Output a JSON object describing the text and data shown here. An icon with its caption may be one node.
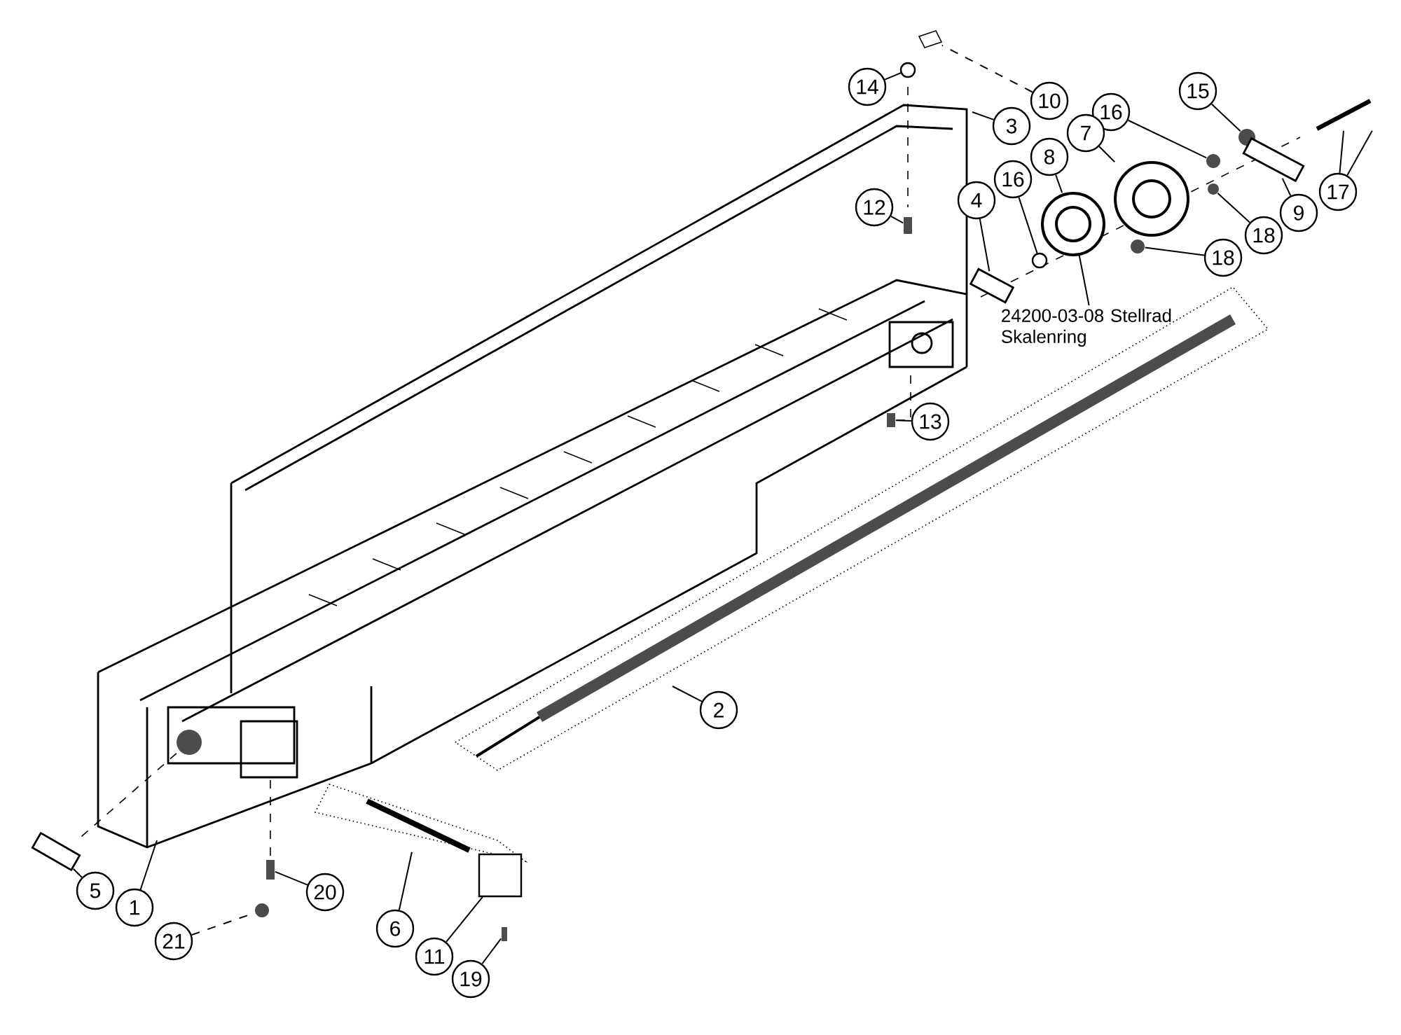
{
  "diagram": {
    "nodes": [
      {
        "text": [
          "14"
        ]
      },
      {
        "text": [
          "10"
        ]
      },
      {
        "text": [
          "3"
        ]
      },
      {
        "text": [
          "15"
        ]
      },
      {
        "text": [
          "16"
        ]
      },
      {
        "text": [
          "7"
        ]
      },
      {
        "text": [
          "8"
        ]
      },
      {
        "text": [
          "16"
        ]
      },
      {
        "text": [
          "4"
        ]
      },
      {
        "text": [
          "12"
        ]
      },
      {
        "text": [
          "17"
        ]
      },
      {
        "text": [
          "9"
        ]
      },
      {
        "text": [
          "18"
        ]
      },
      {
        "text": [
          "18"
        ]
      },
      {
        "text": [
          "24200-03-08 Stellrad Skalenring"
        ]
      },
      {
        "text": [
          "13"
        ]
      },
      {
        "text": [
          "2"
        ]
      },
      {
        "text": [
          "5"
        ]
      },
      {
        "text": [
          "1"
        ]
      },
      {
        "text": [
          "20"
        ]
      },
      {
        "text": [
          "21"
        ]
      },
      {
        "text": [
          "6"
        ]
      },
      {
        "text": [
          "11"
        ]
      },
      {
        "text": [
          "19"
        ]
      },
      {
        "text": [],
        "shape": "circle"
      },
      {
        "text": [],
        "shape": "picture"
      },
      {
        "text": [],
        "shape": "circle"
      },
      {
        "text": [],
        "shape": "circle"
      },
      {
        "text": [],
        "shape": "picture"
      },
      {
        "text": [],
        "shape": "picture"
      },
      {
        "text": [],
        "shape": "circle"
      },
      {
        "text": [],
        "shape": "picture"
      },
      {
        "text": [],
        "shape": "box"
      },
      {
        "text": [],
        "shape": "picture"
      },
      {
        "text": [],
        "shape": "picture"
      },
      {
        "text": [],
        "shape": "circle"
      },
      {
        "text": [],
        "shape": "circle"
      },
      {
        "text": [],
        "shape": "box"
      },
      {
        "text": [],
        "shape": "picture"
      },
      {
        "text": [],
        "shape": "box"
      },
      {
        "text": [],
        "shape": "circle"
      },
      {
        "text": [],
        "shape": "picture"
      },
      {
        "text": [],
        "shape": "box"
      },
      {
        "text": [],
        "shape": "box"
      }
    ],
    "edges": [
      {
        "from": 0,
        "to": 24,
        "arrow": "none"
      },
      {
        "from": 1,
        "to": 25,
        "arrow": "none",
        "style": "dashed"
      },
      {
        "from": 2,
        "to": null,
        "arrow": "none"
      },
      {
        "from": 3,
        "to": 26,
        "arrow": "none"
      },
      {
        "from": 4,
        "to": 27,
        "arrow": "none"
      },
      {
        "from": 5,
        "to": 28,
        "arrow": "none"
      },
      {
        "from": 6,
        "to": 29,
        "arrow": "none"
      },
      {
        "from": 7,
        "to": 30,
        "arrow": "none"
      },
      {
        "from": 8,
        "to": 31,
        "arrow": "none"
      },
      {
        "from": 9,
        "to": 32,
        "arrow": "none"
      },
      {
        "from": 10,
        "to": 33,
        "arrow": "none"
      },
      {
        "from": 10,
        "to": 33,
        "arrow": "none"
      },
      {
        "from": 11,
        "to": 34,
        "arrow": "none"
      },
      {
        "from": 12,
        "to": 35,
        "arrow": "none"
      },
      {
        "from": 13,
        "to": 36,
        "arrow": "none"
      },
      {
        "from": 14,
        "to": 29,
        "arrow": "none"
      },
      {
        "from": 15,
        "to": 37,
        "arrow": "none"
      },
      {
        "from": 16,
        "to": null,
        "arrow": "none"
      },
      {
        "from": 17,
        "to": 38,
        "arrow": "none"
      },
      {
        "from": 18,
        "to": null,
        "arrow": "none"
      },
      {
        "from": 19,
        "to": 39,
        "arrow": "none"
      },
      {
        "from": 20,
        "to": 40,
        "arrow": "none",
        "style": "dashed"
      },
      {
        "from": 21,
        "to": 41,
        "arrow": "none"
      },
      {
        "from": 22,
        "to": 42,
        "arrow": "none"
      },
      {
        "from": 23,
        "to": 43,
        "arrow": "none"
      }
    ]
  }
}
